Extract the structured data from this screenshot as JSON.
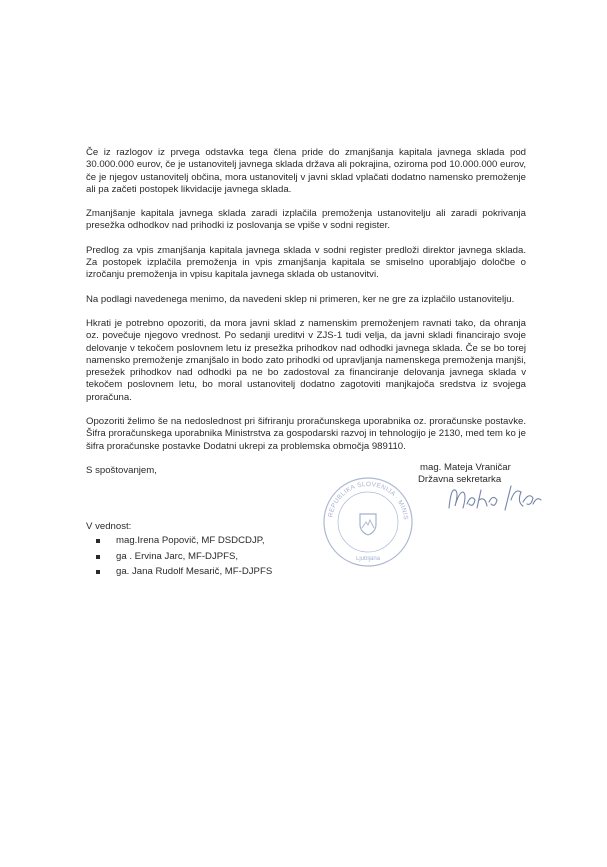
{
  "letter": {
    "paragraphs": [
      "Če iz razlogov iz prvega odstavka tega člena pride do zmanjšanja kapitala javnega sklada pod 30.000.000 eurov, če je ustanovitelj javnega sklada država ali pokrajina, oziroma pod 10.000.000 eurov, če je njegov ustanovitelj občina, mora ustanovitelj v javni sklad vplačati dodatno namensko premoženje ali pa začeti postopek likvidacije javnega sklada.",
      "Zmanjšanje kapitala javnega sklada zaradi izplačila premoženja ustanovitelju ali zaradi pokrivanja presežka odhodkov nad prihodki iz poslovanja se vpiše v sodni register.",
      "Predlog za vpis zmanjšanja kapitala javnega sklada v sodni register predloži direktor javnega sklada. Za postopek izplačila premoženja in vpis zmanjšanja kapitala se smiselno uporabljajo določbe o izročanju premoženja in vpisu kapitala javnega sklada ob ustanovitvi.",
      "Na podlagi navedenega menimo, da navedeni sklep ni primeren, ker ne gre za izplačilo ustanovitelju.",
      "Hkrati je potrebno opozoriti, da mora javni sklad z namenskim premoženjem ravnati tako, da ohranja oz. povečuje njegovo vrednost. Po sedanji ureditvi v ZJS-1 tudi velja, da javni skladi financirajo svoje delovanje v tekočem poslovnem letu iz presežka prihodkov nad odhodki javnega sklada. Če se bo torej namensko premoženje zmanjšalo in bodo zato prihodki od upravljanja namenskega premoženja manjši, presežek prihodkov nad odhodki pa ne bo zadostoval za financiranje delovanja javnega sklada v tekočem poslovnem letu, bo moral ustanovitelj dodatno zagotoviti manjkajoča sredstva iz svojega proračuna.",
      "Opozoriti želimo še na nedoslednost pri šifriranju proračunskega uporabnika oz. proračunske postavke. Šifra proračunskega uporabnika Ministrstva za gospodarski razvoj in tehnologijo je 2130, med tem ko je šifra proračunske postavke Dodatni ukrepi za problemska območja 989110."
    ],
    "closing": "S spoštovanjem,"
  },
  "signature": {
    "name": "mag. Mateja Vraničar",
    "title": "Državna sekretarka"
  },
  "seal": {
    "text": "REPUBLIKA SLOVENIJA MINISTRSTVO ZA FINANCE",
    "place": "Ljubljana",
    "color": "#6a7fb0"
  },
  "cc": {
    "heading": "V vednost:",
    "items": [
      "mag.Irena Popovič, MF DSDCDJP,",
      "ga . Ervina Jarc, MF-DJPFS,",
      "ga. Jana Rudolf Mesarič, MF-DJPFS"
    ]
  }
}
